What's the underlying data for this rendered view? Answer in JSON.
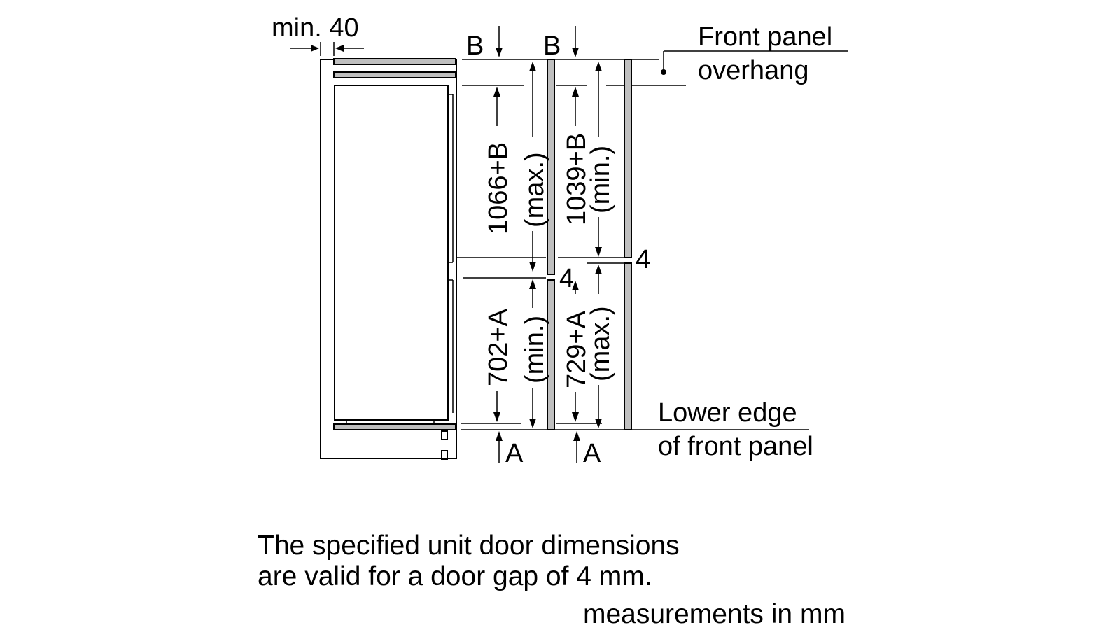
{
  "labels": {
    "min_40": "min. 40",
    "b_left": "B",
    "b_right": "B",
    "a_left": "A",
    "a_right": "A",
    "gap_left": "4",
    "gap_right": "4",
    "dim_1066": "1066+B",
    "dim_1066_q": "(max.)",
    "dim_1039": "1039+B",
    "dim_1039_q": "(min.)",
    "dim_702": "702+A",
    "dim_702_q": "(min.)",
    "dim_729": "729+A",
    "dim_729_q": "(max.)",
    "front_panel_overhang_l1": "Front panel",
    "front_panel_overhang_l2": "overhang",
    "lower_edge_l1": "Lower edge",
    "lower_edge_l2": "of front panel"
  },
  "notes": {
    "line1": "The specified unit door dimensions",
    "line2": "are valid for a door gap of 4 mm.",
    "units": "measurements in mm"
  },
  "colors": {
    "panel_fill": "#bfbfbf",
    "line": "#000000",
    "background": "#ffffff"
  }
}
